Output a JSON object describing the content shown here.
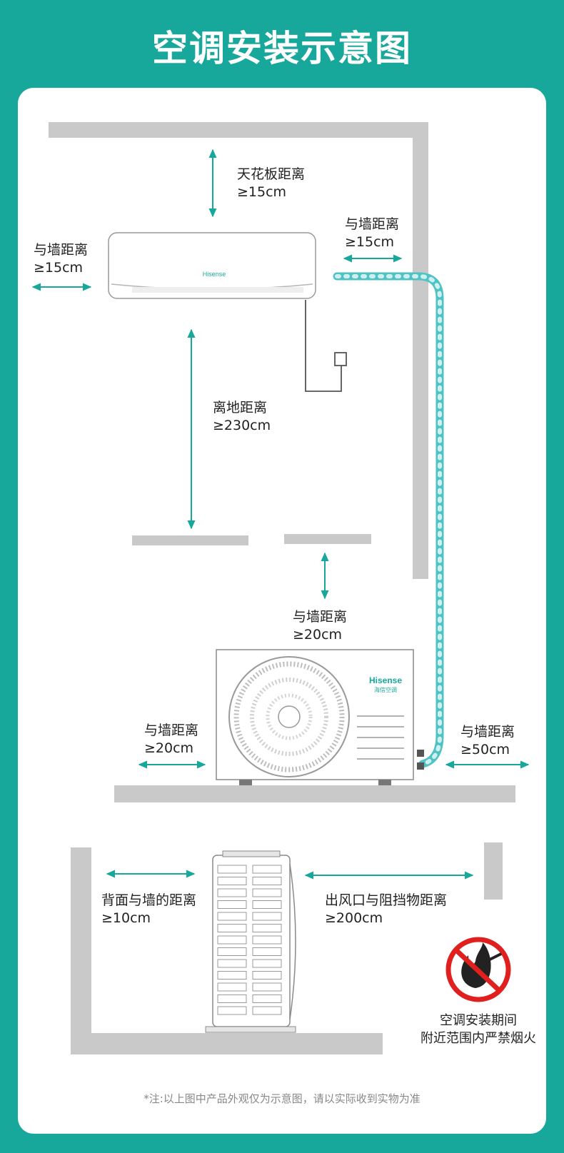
{
  "title": "空调安装示意图",
  "colors": {
    "background": "#17a89b",
    "arrow": "#17a89b",
    "wall": "#c9c9c9",
    "pipe": "#7fd6d6",
    "warning_red": "#e0201e"
  },
  "labels": {
    "ceiling": {
      "name": "天花板距离",
      "value": "≥15cm"
    },
    "left_wall_indoor": {
      "name": "与墙距离",
      "value": "≥15cm"
    },
    "right_wall_indoor": {
      "name": "与墙距离",
      "value": "≥15cm"
    },
    "floor": {
      "name": "离地距离",
      "value": "≥230cm"
    },
    "top_outdoor": {
      "name": "与墙距离",
      "value": "≥20cm"
    },
    "left_outdoor": {
      "name": "与墙距离",
      "value": "≥20cm"
    },
    "right_outdoor": {
      "name": "与墙距离",
      "value": "≥50cm"
    },
    "back": {
      "name": "背面与墙的距离",
      "value": "≥10cm"
    },
    "outlet": {
      "name": "出风口与阻挡物距离",
      "value": "≥200cm"
    }
  },
  "brand": {
    "indoor": "Hisense",
    "outdoor": "Hisense",
    "outdoor_cn": "海信空调"
  },
  "warning": {
    "line1": "空调安装期间",
    "line2": "附近范围内严禁烟火",
    "icon": "no-fire-icon"
  },
  "note": "*注:以上图中产品外观仅为示意图，请以实际收到实物为准"
}
